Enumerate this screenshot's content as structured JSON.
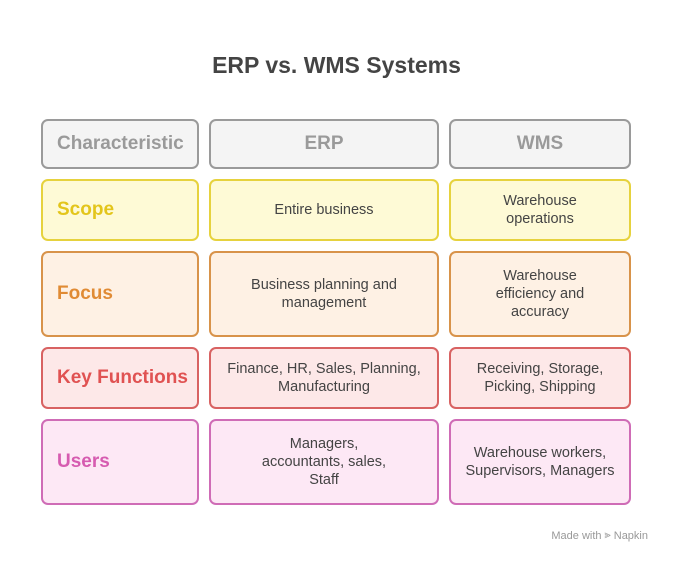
{
  "title": "ERP vs. WMS Systems",
  "headers": [
    "Characteristic",
    "ERP",
    "WMS"
  ],
  "rows": [
    {
      "label": "Scope",
      "erp": "Entire business",
      "wms": "Warehouse\noperations",
      "colors": {
        "text": "#e3c51b",
        "bg": "#fefad6",
        "border": "#e6d23e"
      }
    },
    {
      "label": "Focus",
      "erp": "Business planning and\nmanagement",
      "wms": "Warehouse\nefficiency and\naccuracy",
      "colors": {
        "text": "#e08b34",
        "bg": "#fef1e4",
        "border": "#d8934a"
      }
    },
    {
      "label": "Key Functions",
      "erp": "Finance, HR, Sales, Planning,\nManufacturing",
      "wms": "Receiving, Storage,\nPicking, Shipping",
      "colors": {
        "text": "#e05252",
        "bg": "#fde8e8",
        "border": "#d86262"
      }
    },
    {
      "label": "Users",
      "erp": "Managers,\naccountants, sales,\nStaff",
      "wms": "Warehouse workers,\nSupervisors, Managers",
      "colors": {
        "text": "#d65bb0",
        "bg": "#fde8f5",
        "border": "#cf6cb6"
      }
    }
  ],
  "footer": {
    "prefix": "Made with",
    "brand": "Napkin"
  }
}
